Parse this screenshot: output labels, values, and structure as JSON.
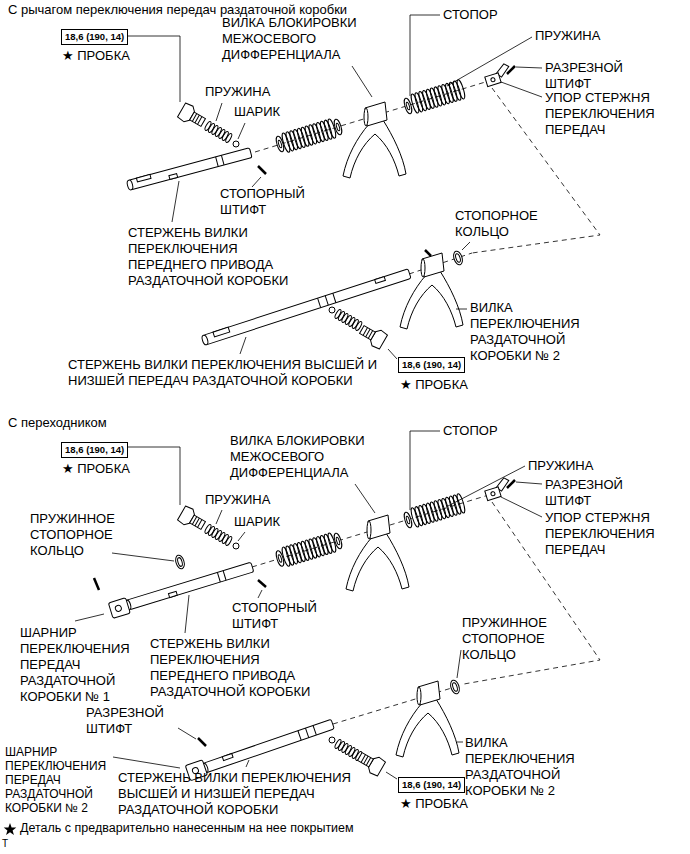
{
  "diagram": {
    "nodes": [
      {
        "text": [
          "18,6 (190, 14)"
        ]
      },
      {
        "text": [
          "18,6 (190, 14)"
        ]
      },
      {
        "text": [
          "18,6 (190, 14)"
        ]
      },
      {
        "text": [
          "18,6 (190, 14)"
        ]
      }
    ],
    "labels": [
      "С рычагом переключения передач раздаточной коробки",
      "★ ПРОБКА",
      "ВИЛКА БЛОКИРОВКИ МЕЖОСЕВОГО ДИФФЕРЕНЦИАЛА",
      "СТОПОР",
      "ПРУЖИНА",
      "РАЗРЕЗНОЙ ШТИФТ",
      "УПОР СТЕРЖНЯ ПЕРЕКЛЮЧЕНИЯ ПЕРЕДАЧ",
      "ПРУЖИНА",
      "ШАРИК",
      "СТОПОРНЫЙ ШТИФТ",
      "СТЕРЖЕНЬ ВИЛКИ ПЕРЕКЛЮЧЕНИЯ ПЕРЕДНЕГО ПРИВОДА РАЗДАТОЧНОЙ КОРОБКИ",
      "СТОПОРНОЕ КОЛЬЦО",
      "ВИЛКА ПЕРЕКЛЮЧЕНИЯ РАЗДАТОЧНОЙ КОРОБКИ № 2",
      "СТЕРЖЕНЬ ВИЛКИ ПЕРЕКЛЮЧЕНИЯ ВЫСШЕЙ И НИЗШЕЙ ПЕРЕДАЧ РАЗДАТОЧНОЙ КОРОБКИ",
      "★ ПРОБКА",
      "С переходником",
      "★ ПРОБКА",
      "ВИЛКА БЛОКИРОВКИ МЕЖОСЕВОГО ДИФФЕРЕНЦИАЛА",
      "СТОПОР",
      "ПРУЖИНА",
      "ПРУЖИНА",
      "ШАРИК",
      "РАЗРЕЗНОЙ ШТИФТ",
      "УПОР СТЕРЖНЯ ПЕРЕКЛЮЧЕНИЯ ПЕРЕДАЧ",
      "ПРУЖИННОЕ СТОПОРНОЕ КОЛЬЦО",
      "ШАРНИР ПЕРЕКЛЮЧЕНИЯ ПЕРЕДАЧ РАЗДАТОЧНОЙ КОРОБКИ № 1",
      "СТОПОРНЫЙ ШТИФТ",
      "СТЕРЖЕНЬ ВИЛКИ ПЕРЕКЛЮЧЕНИЯ ПЕРЕДНЕГО ПРИВОДА РАЗДАТОЧНОЙ КОРОБКИ",
      "ПРУЖИННОЕ СТОПОРНОЕ КОЛЬЦО",
      "РАЗРЕЗНОЙ ШТИФТ",
      "ВИЛКА ПЕРЕКЛЮЧЕНИЯ РАЗДАТОЧНОЙ КОРОБКИ № 2",
      "ШАРНИР ПЕРЕКЛЮЧЕНИЯ ПЕРЕДАЧ РАЗДАТОЧНОЙ КОРОБКИ № 2",
      "СТЕРЖЕНЬ ВИЛКИ ПЕРЕКЛЮЧЕНИЯ ВЫСШЕЙ И НИЗШЕЙ ПЕРЕДАЧ РАЗДАТОЧНОЙ КОРОБКИ",
      "★ ПРОБКА",
      "T"
    ],
    "legend": [
      {
        "text": "Деталь с предварительно нанесенным на нее покрытием"
      }
    ]
  }
}
